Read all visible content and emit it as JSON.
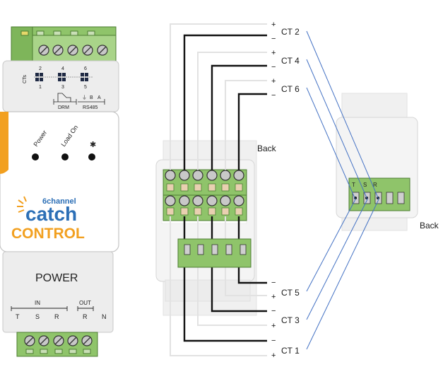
{
  "device": {
    "ct_header": "CTs",
    "ct_numbers_top": [
      "2",
      "4",
      "6"
    ],
    "ct_numbers_bottom": [
      "1",
      "3",
      "5"
    ],
    "drm_label": "DRM",
    "rs485_label": "RS485",
    "rs485_terminals": [
      "⏚",
      "B",
      "A"
    ],
    "leds": [
      "Power",
      "Load On",
      "✱"
    ],
    "brand_prefix": "6channel",
    "brand_name": "catch",
    "brand_sub": "CONTROL",
    "power_title": "POWER",
    "in_label": "IN",
    "out_label": "OUT",
    "in_terminals": [
      "T",
      "S",
      "R"
    ],
    "out_terminals": [
      "R",
      "N"
    ],
    "brand_color": "#f2a020",
    "brand_blue": "#2c6fb6"
  },
  "wiring": {
    "ct_labels_top": [
      "CT 2",
      "CT 4",
      "CT 6"
    ],
    "ct_labels_bottom": [
      "CT 5",
      "CT 3",
      "CT 1"
    ],
    "back_label_1": "Back",
    "back_label_2": "Back",
    "rear_terminals": [
      "T",
      "S",
      "R"
    ]
  }
}
